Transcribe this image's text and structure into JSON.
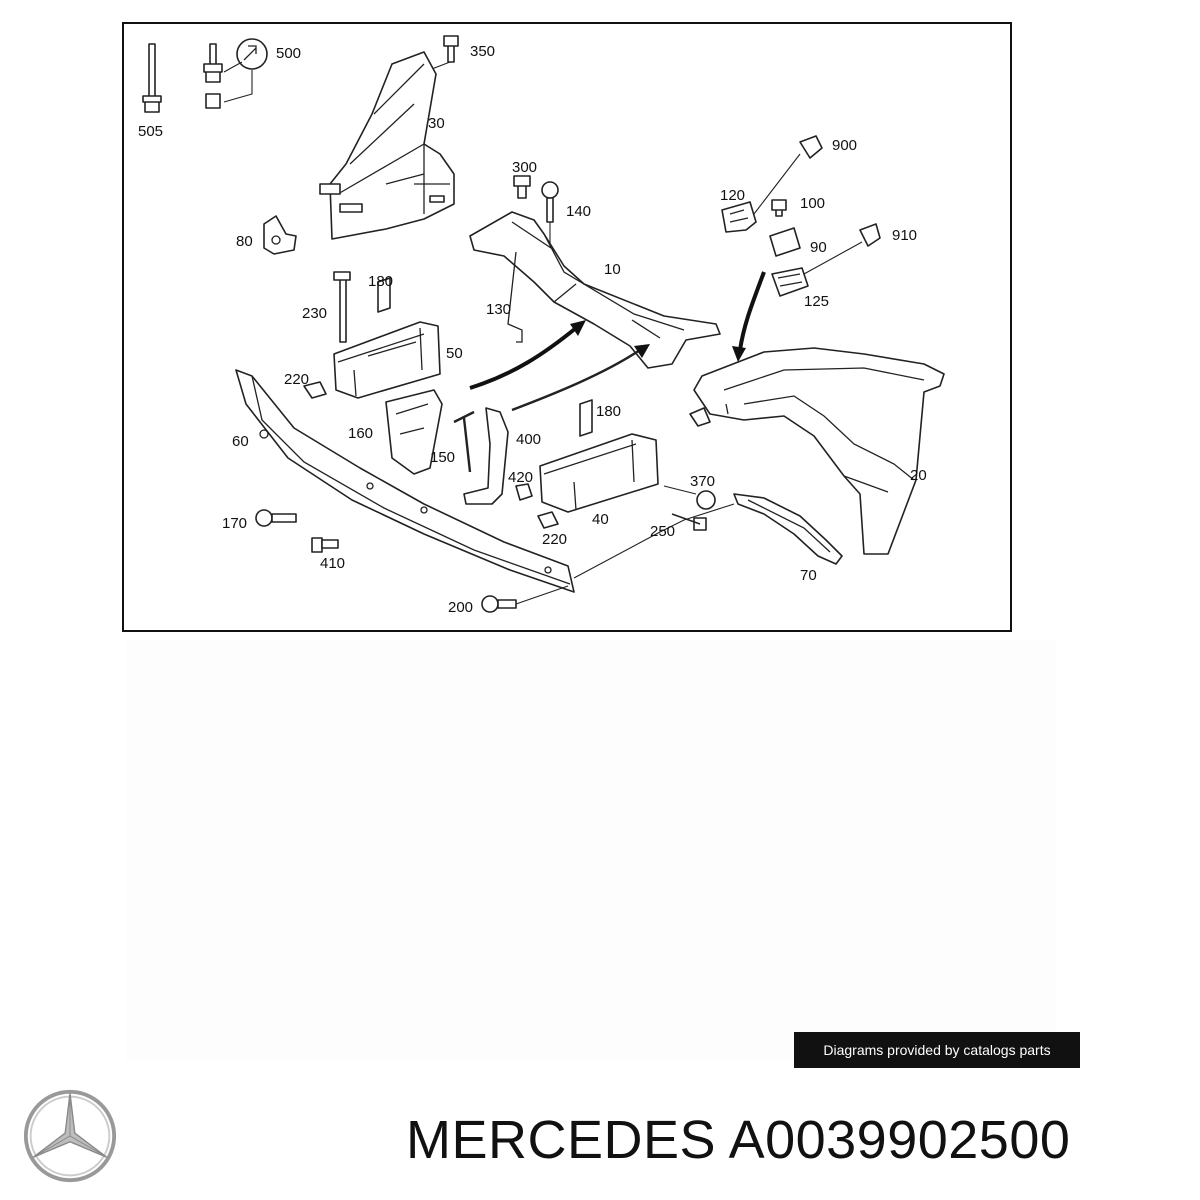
{
  "diagram": {
    "callouts": [
      {
        "id": "505"
      },
      {
        "id": "500"
      },
      {
        "id": "350"
      },
      {
        "id": "30"
      },
      {
        "id": "300"
      },
      {
        "id": "140"
      },
      {
        "id": "900"
      },
      {
        "id": "120"
      },
      {
        "id": "100"
      },
      {
        "id": "90"
      },
      {
        "id": "910"
      },
      {
        "id": "125"
      },
      {
        "id": "80"
      },
      {
        "id": "180"
      },
      {
        "id": "230"
      },
      {
        "id": "130"
      },
      {
        "id": "10"
      },
      {
        "id": "50"
      },
      {
        "id": "220"
      },
      {
        "id": "60"
      },
      {
        "id": "160"
      },
      {
        "id": "150"
      },
      {
        "id": "400"
      },
      {
        "id": "180"
      },
      {
        "id": "420"
      },
      {
        "id": "370"
      },
      {
        "id": "20"
      },
      {
        "id": "170"
      },
      {
        "id": "40"
      },
      {
        "id": "220"
      },
      {
        "id": "250"
      },
      {
        "id": "410"
      },
      {
        "id": "70"
      },
      {
        "id": "200"
      }
    ]
  },
  "credit": {
    "text": "Diagrams provided by catalogs parts"
  },
  "footer": {
    "title": "MERCEDES A0039902500"
  },
  "brand": {
    "logo_icon": "mercedes-star-icon"
  }
}
